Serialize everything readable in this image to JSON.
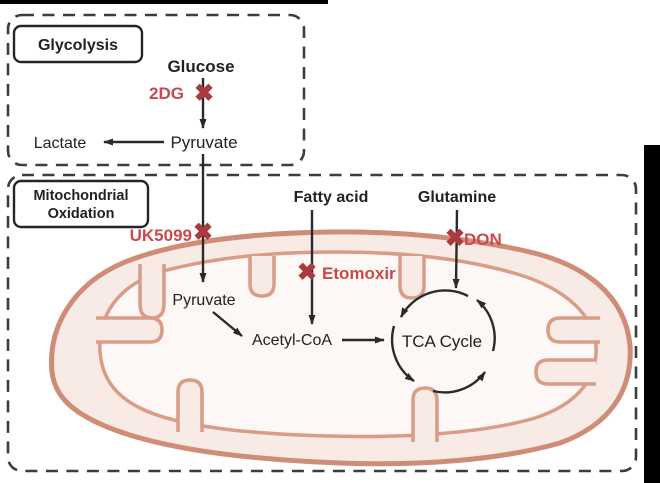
{
  "regions": {
    "glycolysis": {
      "label": "Glycolysis"
    },
    "mitochondrial_oxidation": {
      "label_line1": "Mitochondrial",
      "label_line2": "Oxidation"
    }
  },
  "metabolites": {
    "glucose": "Glucose",
    "pyruvate_cytosol": "Pyruvate",
    "lactate": "Lactate",
    "pyruvate_mitochondria": "Pyruvate",
    "fatty_acid": "Fatty acid",
    "glutamine": "Glutamine",
    "acetyl_coa": "Acetyl-CoA",
    "tca_cycle": "TCA Cycle"
  },
  "inhibitors": {
    "two_dg": "2DG",
    "uk5099": "UK5099",
    "etomoxir": "Etomoxir",
    "don": "DON"
  },
  "icons": {
    "inhibit_x": "✖"
  },
  "colors": {
    "inhibitor_text": "#c94a4d",
    "inhibitor_x": "#a93a3e",
    "outer_membrane_stroke": "#cf8d78",
    "inner_membrane_stroke": "#d89c88",
    "membrane_fill": "#f8eae4",
    "matrix_fill": "#fdf8f5",
    "arrow": "#2a2a2a",
    "dashed_border": "#3d3d3d"
  }
}
